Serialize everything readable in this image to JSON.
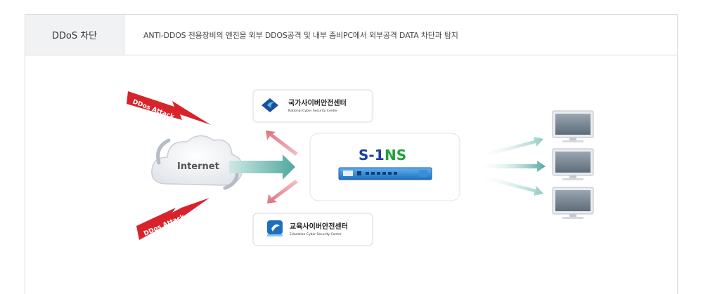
{
  "header": {
    "label": "DDoS 차단",
    "description": "ANTI-DDOS 전용장비의 엔진을 외부 DDOS공격 및  내부 좀비PC에서 외부공격 DATA 차단과 탐지"
  },
  "diagram": {
    "internet_label": "Internet",
    "attack_top": "DDos Attack",
    "attack_bottom": "DDos Attack",
    "org_top_name": "국가사이버안전센터",
    "org_top_sub": "National Cyber Security Center",
    "org_bottom_name": "교육사이버안전센터",
    "org_bottom_sub": "Education Cyber Security Center",
    "brand_part1": "S-1",
    "brand_part2": "NS",
    "colors": {
      "attack_red": "#d8232a",
      "flow_teal": "#6bb8b0",
      "block_red": "#d9737d",
      "device_blue": "#2a7fcc",
      "monitor_gray": "#7e8a97"
    }
  }
}
